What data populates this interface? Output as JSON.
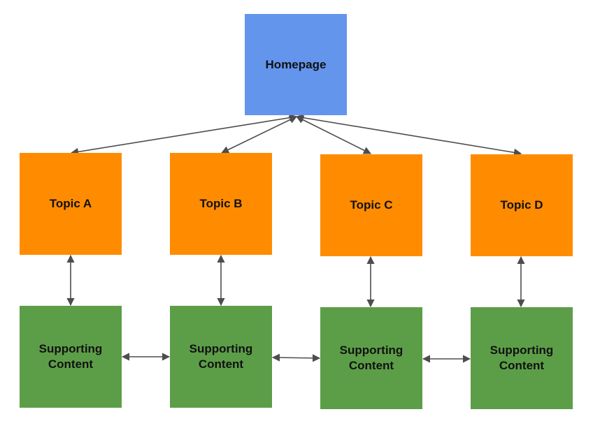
{
  "colors": {
    "homepage": "#6495ed",
    "topic": "#ff8c00",
    "supporting": "#5c9e48",
    "arrow": "#4d4d4d"
  },
  "homepage": {
    "label": "Homepage"
  },
  "topics": [
    {
      "label": "Topic A"
    },
    {
      "label": "Topic B"
    },
    {
      "label": "Topic C"
    },
    {
      "label": "Topic D"
    }
  ],
  "supporting": [
    {
      "label": "Supporting\nContent"
    },
    {
      "label": "Supporting\nContent"
    },
    {
      "label": "Supporting\nContent"
    },
    {
      "label": "Supporting\nContent"
    }
  ],
  "connections": [
    {
      "from": "homepage",
      "to": "topic-a",
      "bidirectional": true
    },
    {
      "from": "homepage",
      "to": "topic-b",
      "bidirectional": true
    },
    {
      "from": "homepage",
      "to": "topic-c",
      "bidirectional": true
    },
    {
      "from": "homepage",
      "to": "topic-d",
      "bidirectional": true
    },
    {
      "from": "topic-a",
      "to": "supporting-a",
      "bidirectional": true
    },
    {
      "from": "topic-b",
      "to": "supporting-b",
      "bidirectional": true
    },
    {
      "from": "topic-c",
      "to": "supporting-c",
      "bidirectional": true
    },
    {
      "from": "topic-d",
      "to": "supporting-d",
      "bidirectional": true
    },
    {
      "from": "supporting-a",
      "to": "supporting-b",
      "bidirectional": true
    },
    {
      "from": "supporting-b",
      "to": "supporting-c",
      "bidirectional": true
    },
    {
      "from": "supporting-c",
      "to": "supporting-d",
      "bidirectional": true
    }
  ]
}
